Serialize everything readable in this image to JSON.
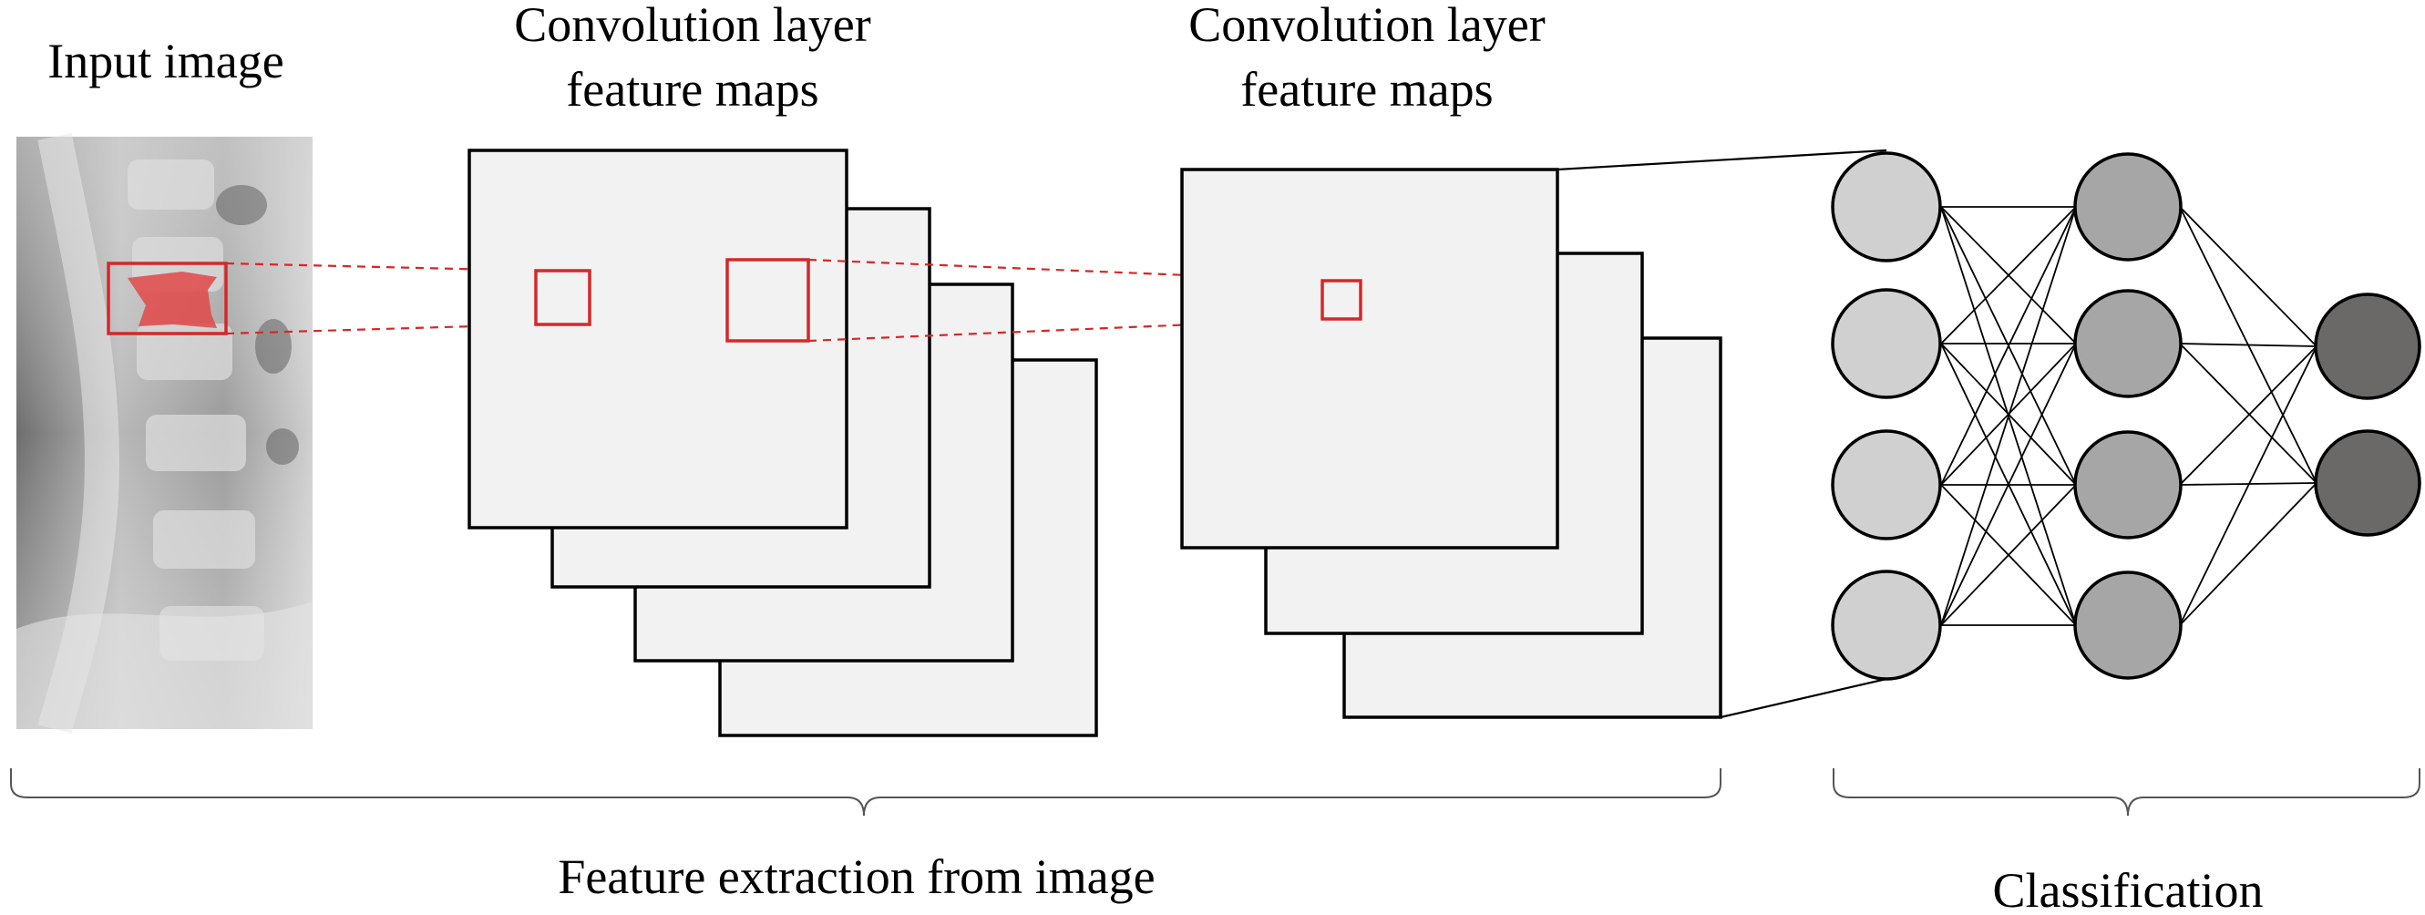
{
  "labels": {
    "input_image": "Input image",
    "conv1_line1": "Convolution layer",
    "conv1_line2": "feature maps",
    "conv2_line1": "Convolution layer",
    "conv2_line2": "feature maps",
    "feature_extraction": "Feature extraction from image",
    "classification": "Classification"
  },
  "colors": {
    "highlight": "#d62728",
    "feature_map_fill": "#f2f2f2",
    "input_layer_node": "#d0d0d0",
    "hidden_layer_node": "#a6a6a6",
    "output_layer_node": "#6b6868"
  },
  "network": {
    "layers": [
      {
        "name": "input",
        "nodes": 4
      },
      {
        "name": "hidden",
        "nodes": 4
      },
      {
        "name": "output",
        "nodes": 2
      }
    ]
  }
}
